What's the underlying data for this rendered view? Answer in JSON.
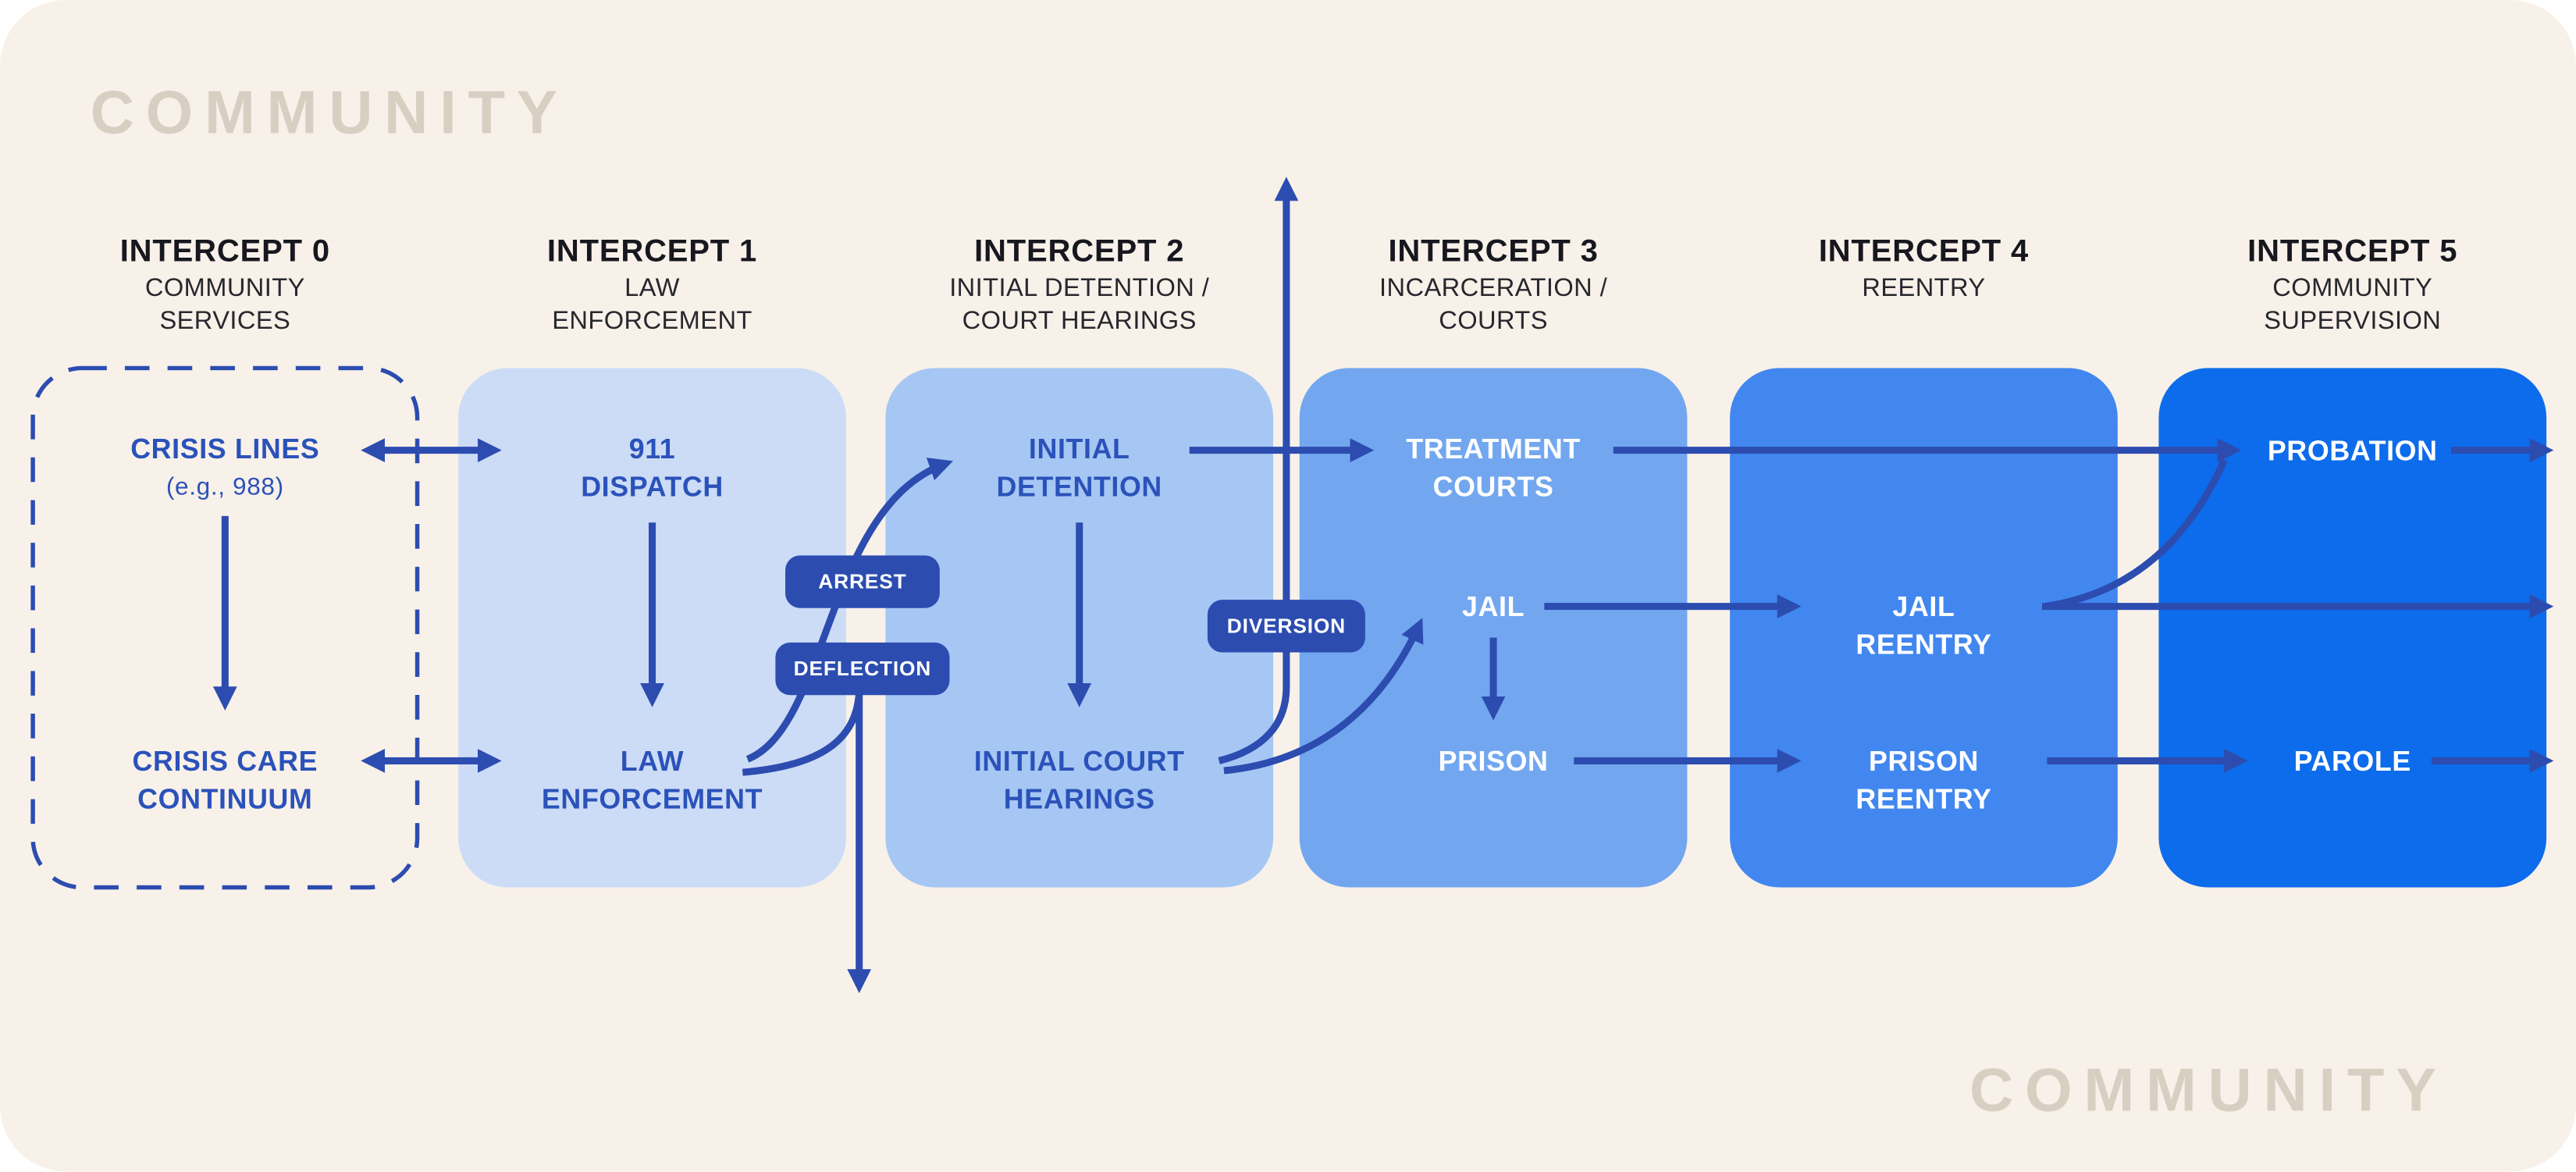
{
  "background_labels": {
    "top": "COMMUNITY",
    "bottom": "COMMUNITY"
  },
  "columns": [
    {
      "id": "intercept-0",
      "title": "INTERCEPT 0",
      "subtitle": [
        "COMMUNITY",
        "SERVICES"
      ],
      "nodes": [
        {
          "id": "crisis-lines",
          "lines": [
            "CRISIS LINES",
            "(e.g., 988)"
          ]
        },
        {
          "id": "crisis-care-continuum",
          "lines": [
            "CRISIS CARE",
            "CONTINUUM"
          ]
        }
      ]
    },
    {
      "id": "intercept-1",
      "title": "INTERCEPT 1",
      "subtitle": [
        "LAW",
        "ENFORCEMENT"
      ],
      "nodes": [
        {
          "id": "911-dispatch",
          "lines": [
            "911",
            "DISPATCH"
          ]
        },
        {
          "id": "law-enforcement",
          "lines": [
            "LAW",
            "ENFORCEMENT"
          ]
        }
      ]
    },
    {
      "id": "intercept-2",
      "title": "INTERCEPT 2",
      "subtitle": [
        "INITIAL DETENTION /",
        "COURT HEARINGS"
      ],
      "nodes": [
        {
          "id": "initial-detention",
          "lines": [
            "INITIAL",
            "DETENTION"
          ]
        },
        {
          "id": "initial-court-hearings",
          "lines": [
            "INITIAL COURT",
            "HEARINGS"
          ]
        }
      ]
    },
    {
      "id": "intercept-3",
      "title": "INTERCEPT 3",
      "subtitle": [
        "INCARCERATION /",
        "COURTS"
      ],
      "nodes": [
        {
          "id": "treatment-courts",
          "lines": [
            "TREATMENT",
            "COURTS"
          ]
        },
        {
          "id": "jail",
          "lines": [
            "JAIL"
          ]
        },
        {
          "id": "prison",
          "lines": [
            "PRISON"
          ]
        }
      ]
    },
    {
      "id": "intercept-4",
      "title": "INTERCEPT 4",
      "subtitle": [
        "REENTRY"
      ],
      "nodes": [
        {
          "id": "jail-reentry",
          "lines": [
            "JAIL",
            "REENTRY"
          ]
        },
        {
          "id": "prison-reentry",
          "lines": [
            "PRISON",
            "REENTRY"
          ]
        }
      ]
    },
    {
      "id": "intercept-5",
      "title": "INTERCEPT 5",
      "subtitle": [
        "COMMUNITY",
        "SUPERVISION"
      ],
      "nodes": [
        {
          "id": "probation",
          "lines": [
            "PROBATION"
          ]
        },
        {
          "id": "parole",
          "lines": [
            "PAROLE"
          ]
        }
      ]
    }
  ],
  "pills": [
    {
      "id": "arrest",
      "label": "ARREST"
    },
    {
      "id": "deflection",
      "label": "DEFLECTION"
    },
    {
      "id": "diversion",
      "label": "DIVERSION"
    }
  ],
  "colors": {
    "page_background": "#ffffff",
    "canvas_background": "#f8f1e9",
    "watermark": "#d7cfc2",
    "arrow": "#2c4cb0",
    "pill_background": "#2c4cb0",
    "box_intercept_1": "#ccdcf6",
    "box_intercept_2": "#a6c7f3",
    "box_intercept_3": "#72a7f0",
    "box_intercept_4": "#4187ef",
    "box_intercept_5": "#0d6ceb",
    "blue_text": "#2b52ba",
    "white_text": "#ffffff",
    "header_text": "#17171f"
  }
}
